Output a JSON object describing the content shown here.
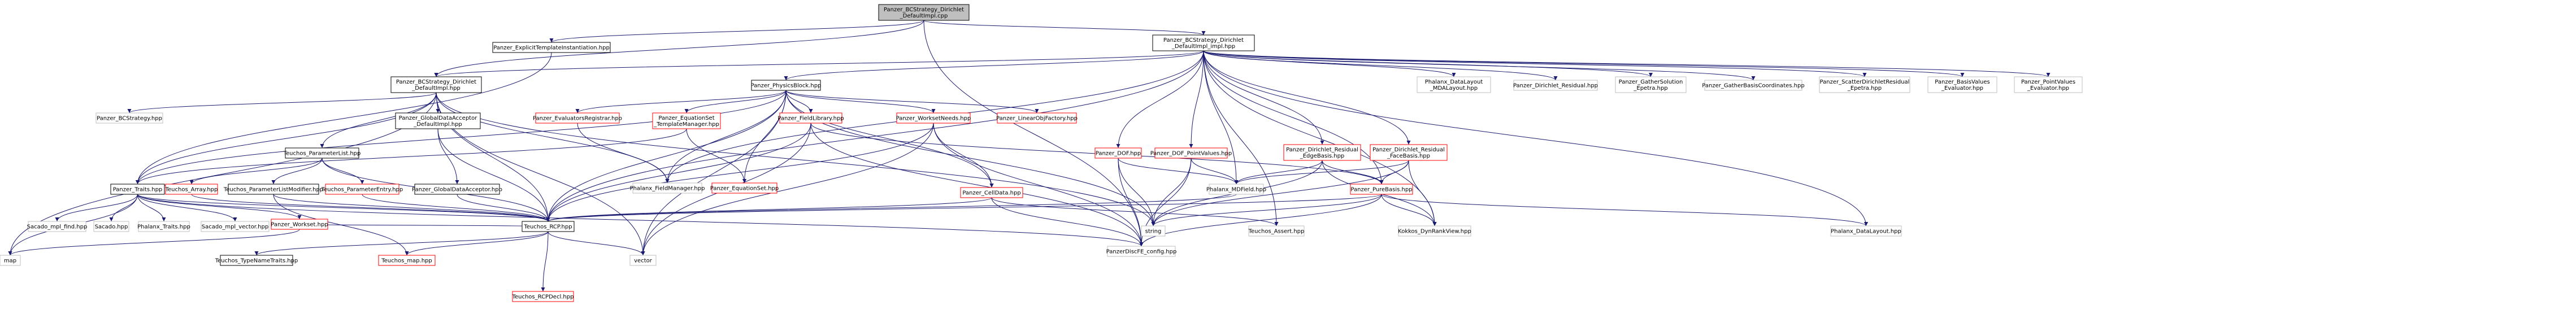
{
  "colors": {
    "edge": "#191970",
    "focus_fill": "#bfbfbf",
    "normal_fill": "#ffffff",
    "normal_border": "#000000",
    "missing_border": "#ff0000",
    "plain_border": "#bfbfbf",
    "text": "#000000"
  },
  "nodes": {
    "root": {
      "lines": [
        "Panzer_BCStrategy_Dirichlet",
        "_DefaultImpl.cpp"
      ],
      "style": "focus"
    },
    "expl": {
      "lines": [
        "Panzer_ExplicitTemplateInstantiation.hpp"
      ],
      "style": "normal"
    },
    "impl": {
      "lines": [
        "Panzer_BCStrategy_Dirichlet",
        "_DefaultImpl_impl.hpp"
      ],
      "style": "normal"
    },
    "defimpl": {
      "lines": [
        "Panzer_BCStrategy_Dirichlet",
        "_DefaultImpl.hpp"
      ],
      "style": "normal"
    },
    "physblock": {
      "lines": [
        "Panzer_PhysicsBlock.hpp"
      ],
      "style": "normal"
    },
    "phx_mdalayout": {
      "lines": [
        "Phalanx_DataLayout",
        "_MDALayout.hpp"
      ],
      "style": "plain"
    },
    "dir_residual": {
      "lines": [
        "Panzer_Dirichlet_Residual.hpp"
      ],
      "style": "plain"
    },
    "gather_solution": {
      "lines": [
        "Panzer_GatherSolution",
        "_Epetra.hpp"
      ],
      "style": "plain"
    },
    "gather_basis": {
      "lines": [
        "Panzer_GatherBasisCoordinates.hpp"
      ],
      "style": "plain"
    },
    "scatter_dir": {
      "lines": [
        "Panzer_ScatterDirichletResidual",
        "_Epetra.hpp"
      ],
      "style": "plain"
    },
    "basis_values": {
      "lines": [
        "Panzer_BasisValues",
        "_Evaluator.hpp"
      ],
      "style": "plain"
    },
    "point_values": {
      "lines": [
        "Panzer_PointValues",
        "_Evaluator.hpp"
      ],
      "style": "plain"
    },
    "bcstrategy": {
      "lines": [
        "Panzer_BCStrategy.hpp"
      ],
      "style": "plain"
    },
    "paramlist": {
      "lines": [
        "Teuchos_ParameterList.hpp"
      ],
      "style": "normal"
    },
    "gda_impl": {
      "lines": [
        "Panzer_GlobalDataAcceptor",
        "_DefaultImpl.hpp"
      ],
      "style": "normal"
    },
    "eval_reg": {
      "lines": [
        "Panzer_EvaluatorsRegistrar.hpp"
      ],
      "style": "missing"
    },
    "eqset_tm": {
      "lines": [
        "Panzer_EquationSet",
        "_TemplateManager.hpp"
      ],
      "style": "missing"
    },
    "fieldlib": {
      "lines": [
        "Panzer_FieldLibrary.hpp"
      ],
      "style": "missing"
    },
    "worksetneeds": {
      "lines": [
        "Panzer_WorksetNeeds.hpp"
      ],
      "style": "missing"
    },
    "linearobj": {
      "lines": [
        "Panzer_LinearObjFactory.hpp"
      ],
      "style": "missing"
    },
    "dof": {
      "lines": [
        "Panzer_DOF.hpp"
      ],
      "style": "missing"
    },
    "dof_pv": {
      "lines": [
        "Panzer_DOF_PointValues.hpp"
      ],
      "style": "missing"
    },
    "dir_edge": {
      "lines": [
        "Panzer_Dirichlet_Residual",
        "_EdgeBasis.hpp"
      ],
      "style": "missing"
    },
    "dir_face": {
      "lines": [
        "Panzer_Dirichlet_Residual",
        "_FaceBasis.hpp"
      ],
      "style": "missing"
    },
    "traits": {
      "lines": [
        "Panzer_Traits.hpp"
      ],
      "style": "normal"
    },
    "array": {
      "lines": [
        "Teuchos_Array.hpp"
      ],
      "style": "missing"
    },
    "plmod": {
      "lines": [
        "Teuchos_ParameterListModifier.hpp"
      ],
      "style": "normal"
    },
    "paramentry": {
      "lines": [
        "Teuchos_ParameterEntry.hpp"
      ],
      "style": "missing"
    },
    "gda": {
      "lines": [
        "Panzer_GlobalDataAcceptor.hpp"
      ],
      "style": "normal"
    },
    "fieldmgr": {
      "lines": [
        "Phalanx_FieldManager.hpp"
      ],
      "style": "plain"
    },
    "eqset": {
      "lines": [
        "Panzer_EquationSet.hpp"
      ],
      "style": "missing"
    },
    "celldata": {
      "lines": [
        "Panzer_CellData.hpp"
      ],
      "style": "missing"
    },
    "mdfield": {
      "lines": [
        "Phalanx_MDField.hpp"
      ],
      "style": "plain"
    },
    "purebasis": {
      "lines": [
        "Panzer_PureBasis.hpp"
      ],
      "style": "missing"
    },
    "sacado_fad": {
      "lines": [
        "Sacado_mpl_find.hpp"
      ],
      "style": "plain"
    },
    "sacado": {
      "lines": [
        "Sacado.hpp"
      ],
      "style": "plain"
    },
    "phx_traits": {
      "lines": [
        "Phalanx_Traits.hpp"
      ],
      "style": "plain"
    },
    "sacado_vec": {
      "lines": [
        "Sacado_mpl_vector.hpp"
      ],
      "style": "plain"
    },
    "workset": {
      "lines": [
        "Panzer_Workset.hpp"
      ],
      "style": "missing"
    },
    "rcp": {
      "lines": [
        "Teuchos_RCP.hpp"
      ],
      "style": "normal"
    },
    "string": {
      "lines": [
        "string"
      ],
      "style": "plain"
    },
    "asset": {
      "lines": [
        "Teuchos_Assert.hpp"
      ],
      "style": "plain"
    },
    "kokkos": {
      "lines": [
        "Kokkos_DynRankView.hpp"
      ],
      "style": "plain"
    },
    "phx_datalayout": {
      "lines": [
        "Phalanx_DataLayout.hpp"
      ],
      "style": "plain"
    },
    "pdiscfe": {
      "lines": [
        "PanzerDiscFE_config.hpp"
      ],
      "style": "plain"
    },
    "map": {
      "lines": [
        "map"
      ],
      "style": "plain"
    },
    "tnt": {
      "lines": [
        "Teuchos_TypeNameTraits.hpp"
      ],
      "style": "normal"
    },
    "rcpnode": {
      "lines": [
        "Teuchos_map.hpp"
      ],
      "style": "missing"
    },
    "rcpdecl": {
      "lines": [
        "Teuchos_RCPDecl.hpp"
      ],
      "style": "missing"
    },
    "vector": {
      "lines": [
        "vector"
      ],
      "style": "plain"
    }
  },
  "edges": [
    [
      "root",
      "expl"
    ],
    [
      "root",
      "impl"
    ],
    [
      "root",
      "defimpl"
    ],
    [
      "root",
      "pdiscfe"
    ],
    [
      "expl",
      "traits"
    ],
    [
      "impl",
      "defimpl"
    ],
    [
      "impl",
      "physblock"
    ],
    [
      "impl",
      "phx_mdalayout"
    ],
    [
      "impl",
      "dir_residual"
    ],
    [
      "impl",
      "gather_solution"
    ],
    [
      "impl",
      "gather_basis"
    ],
    [
      "impl",
      "scatter_dir"
    ],
    [
      "impl",
      "basis_values"
    ],
    [
      "impl",
      "point_values"
    ],
    [
      "impl",
      "dof"
    ],
    [
      "impl",
      "dof_pv"
    ],
    [
      "impl",
      "dir_edge"
    ],
    [
      "impl",
      "dir_face"
    ],
    [
      "impl",
      "purebasis"
    ],
    [
      "impl",
      "phx_datalayout"
    ],
    [
      "impl",
      "kokkos"
    ],
    [
      "impl",
      "asset"
    ],
    [
      "impl",
      "rcp"
    ],
    [
      "impl",
      "fieldmgr"
    ],
    [
      "impl",
      "mdfield"
    ],
    [
      "defimpl",
      "bcstrategy"
    ],
    [
      "defimpl",
      "paramlist"
    ],
    [
      "defimpl",
      "gda_impl"
    ],
    [
      "defimpl",
      "traits"
    ],
    [
      "defimpl",
      "rcp"
    ],
    [
      "defimpl",
      "fieldmgr"
    ],
    [
      "defimpl",
      "vector"
    ],
    [
      "defimpl",
      "map"
    ],
    [
      "defimpl",
      "string"
    ],
    [
      "physblock",
      "eval_reg"
    ],
    [
      "physblock",
      "eqset_tm"
    ],
    [
      "physblock",
      "fieldlib"
    ],
    [
      "physblock",
      "worksetneeds"
    ],
    [
      "physblock",
      "linearobj"
    ],
    [
      "physblock",
      "celldata"
    ],
    [
      "physblock",
      "traits"
    ],
    [
      "physblock",
      "fieldmgr"
    ],
    [
      "physblock",
      "eqset"
    ],
    [
      "physblock",
      "rcp"
    ],
    [
      "physblock",
      "vector"
    ],
    [
      "physblock",
      "string"
    ],
    [
      "paramlist",
      "array"
    ],
    [
      "paramlist",
      "plmod"
    ],
    [
      "paramlist",
      "paramentry"
    ],
    [
      "paramlist",
      "rcp"
    ],
    [
      "gda_impl",
      "gda"
    ],
    [
      "gda_impl",
      "rcp"
    ],
    [
      "eval_reg",
      "fieldmgr"
    ],
    [
      "eqset_tm",
      "eqset"
    ],
    [
      "eqset_tm",
      "traits"
    ],
    [
      "fieldlib",
      "purebasis"
    ],
    [
      "fieldlib",
      "rcp"
    ],
    [
      "fieldlib",
      "vector"
    ],
    [
      "fieldlib",
      "pdiscfe"
    ],
    [
      "worksetneeds",
      "celldata"
    ],
    [
      "worksetneeds",
      "pdiscfe"
    ],
    [
      "worksetneeds",
      "vector"
    ],
    [
      "worksetneeds",
      "rcp"
    ],
    [
      "dof",
      "mdfield"
    ],
    [
      "dof",
      "pdiscfe"
    ],
    [
      "dof",
      "string"
    ],
    [
      "dof_pv",
      "mdfield"
    ],
    [
      "dof_pv",
      "pdiscfe"
    ],
    [
      "dof_pv",
      "string"
    ],
    [
      "dir_edge",
      "purebasis"
    ],
    [
      "dir_edge",
      "mdfield"
    ],
    [
      "dir_edge",
      "kokkos"
    ],
    [
      "dir_edge",
      "string"
    ],
    [
      "dir_face",
      "purebasis"
    ],
    [
      "dir_face",
      "mdfield"
    ],
    [
      "dir_face",
      "kokkos"
    ],
    [
      "dir_face",
      "string"
    ],
    [
      "traits",
      "sacado_fad"
    ],
    [
      "traits",
      "sacado"
    ],
    [
      "traits",
      "phx_traits"
    ],
    [
      "traits",
      "sacado_vec"
    ],
    [
      "traits",
      "workset"
    ],
    [
      "traits",
      "rcp"
    ],
    [
      "traits",
      "pdiscfe"
    ],
    [
      "traits",
      "map"
    ],
    [
      "plmod",
      "rcp"
    ],
    [
      "plmod",
      "rcpnode"
    ],
    [
      "paramentry",
      "rcp"
    ],
    [
      "array",
      "rcp"
    ],
    [
      "gda",
      "rcp"
    ],
    [
      "celldata",
      "pdiscfe"
    ],
    [
      "celldata",
      "asset"
    ],
    [
      "celldata",
      "rcp"
    ],
    [
      "mdfield",
      "rcp"
    ],
    [
      "purebasis",
      "kokkos"
    ],
    [
      "purebasis",
      "phx_datalayout"
    ],
    [
      "purebasis",
      "string"
    ],
    [
      "purebasis",
      "rcp"
    ],
    [
      "purebasis",
      "pdiscfe"
    ],
    [
      "workset",
      "rcp"
    ],
    [
      "workset",
      "map"
    ],
    [
      "rcp",
      "tnt"
    ],
    [
      "rcp",
      "rcpnode"
    ],
    [
      "rcp",
      "rcpdecl"
    ],
    [
      "rcp",
      "vector"
    ]
  ]
}
